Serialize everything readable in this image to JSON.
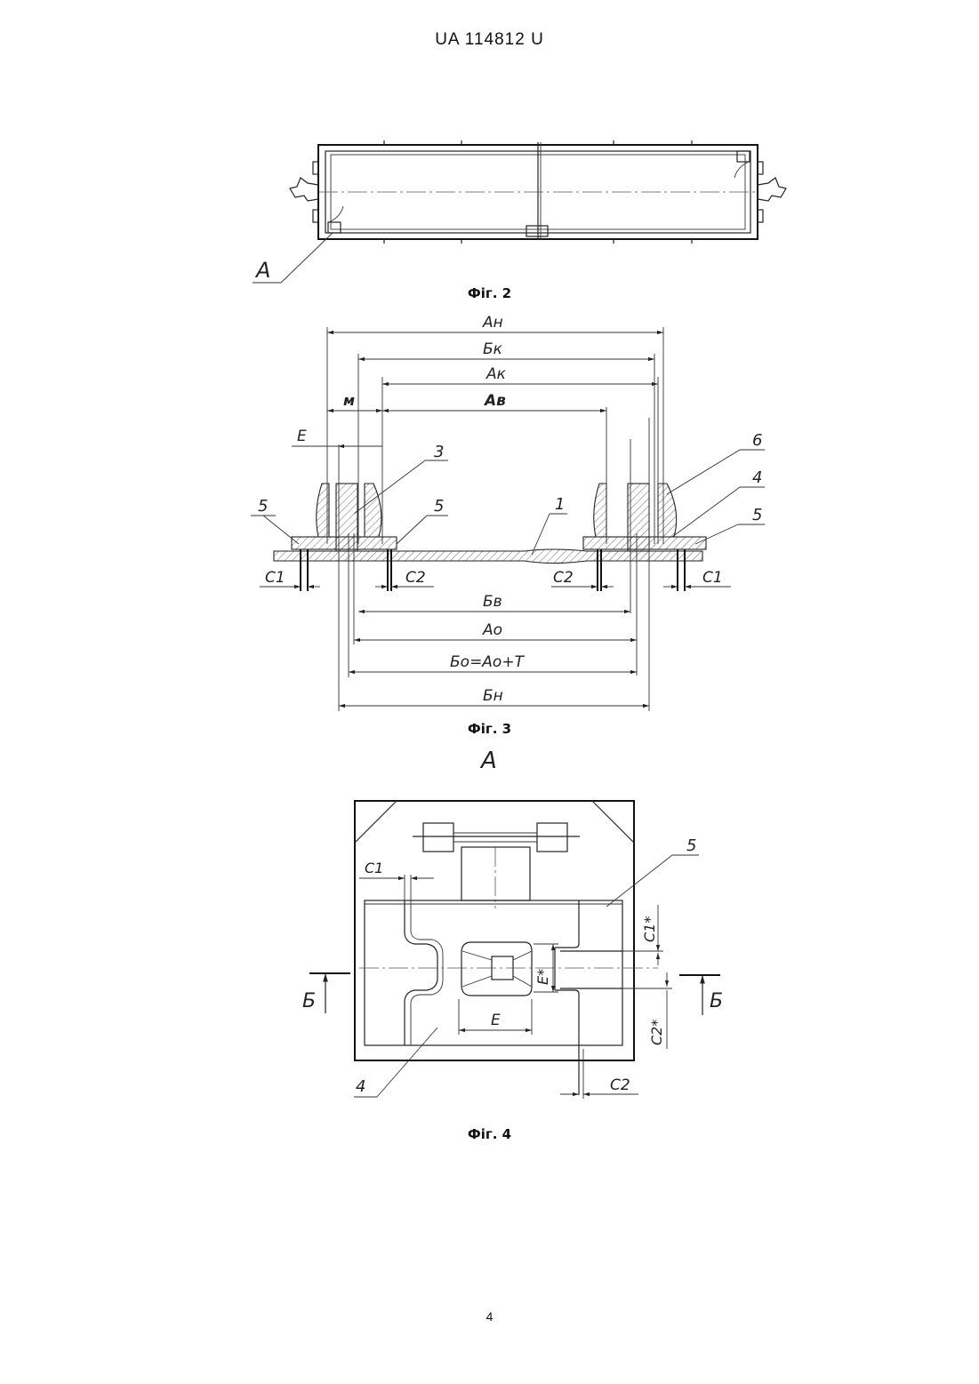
{
  "header": "UA   114812   U",
  "page_number": "4",
  "figures": {
    "fig2": {
      "caption": "Фіг. 2",
      "label_a": "А"
    },
    "fig3": {
      "caption": "Фіг. 3",
      "dims": {
        "an": "Ан",
        "bk": "Бк",
        "ak": "Ак",
        "m": "м",
        "av": "Ав",
        "e": "Е",
        "bv": "Бв",
        "ao": "Ао",
        "bo": "Бо=Ао+Т",
        "bn": "Бн",
        "c1_left": "С1",
        "c2_left": "С2",
        "c2_right": "С2",
        "c1_right": "С1"
      },
      "callouts": {
        "n1": "1",
        "n3": "3",
        "n4": "4",
        "n5a": "5",
        "n5b": "5",
        "n5c": "5",
        "n6": "6"
      }
    },
    "fig4": {
      "caption": "Фіг. 4",
      "view_label": "А",
      "dims": {
        "c1": "С1",
        "c1s": "С1*",
        "es": "Е*",
        "e": "Е",
        "c2s": "С2*",
        "c2": "С2"
      },
      "callouts": {
        "n5": "5",
        "n4": "4"
      },
      "section_left": "Б",
      "section_right": "Б"
    }
  }
}
